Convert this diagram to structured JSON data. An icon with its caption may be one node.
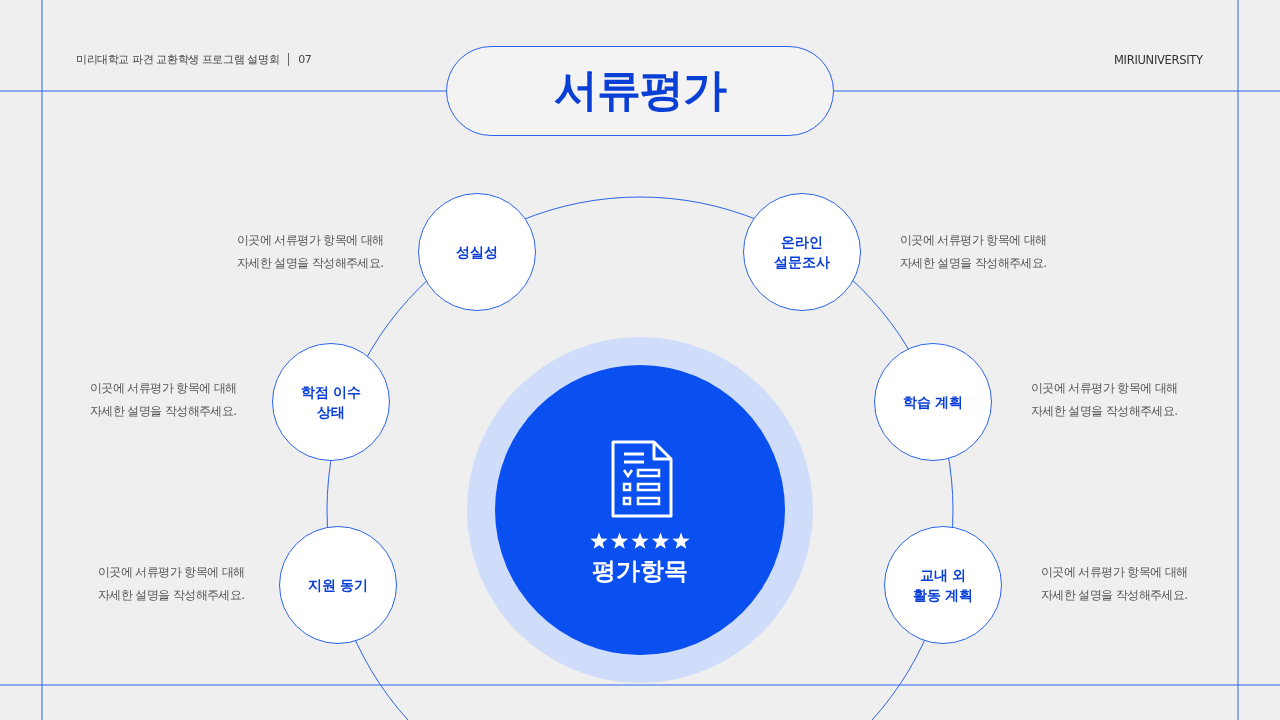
{
  "diagram": {
    "title": "서류평가",
    "nodes": [
      {
        "text": [
          "평가항목"
        ]
      },
      {
        "text": [
          "성실성"
        ],
        "beside": [
          "이곳에 서류평가 항목에 대해 자세한 설명을 작성해주세요."
        ]
      },
      {
        "text": [
          "온라인 설문조사"
        ],
        "beside": [
          "이곳에 서류평가 항목에 대해 자세한 설명을 작성해주세요."
        ]
      },
      {
        "text": [
          "학점 이수 상태"
        ],
        "beside": [
          "이곳에 서류평가 항목에 대해 자세한 설명을 작성해주세요."
        ]
      },
      {
        "text": [
          "학습 계획"
        ],
        "beside": [
          "이곳에 서류평가 항목에 대해 자세한 설명을 작성해주세요."
        ]
      },
      {
        "text": [
          "지원 동기"
        ],
        "beside": [
          "이곳에 서류평가 항목에 대해 자세한 설명을 작성해주세요."
        ]
      },
      {
        "text": [
          "교내 외 활동 계획"
        ],
        "beside": [
          "이곳에 서류평가 항목에 대해 자세한 설명을 작성해주세요."
        ]
      }
    ],
    "labels": [
      "미리대학교 파견 교환학생 프로그램 설명회",
      "07",
      "MIRIUNIVERSITY"
    ]
  }
}
